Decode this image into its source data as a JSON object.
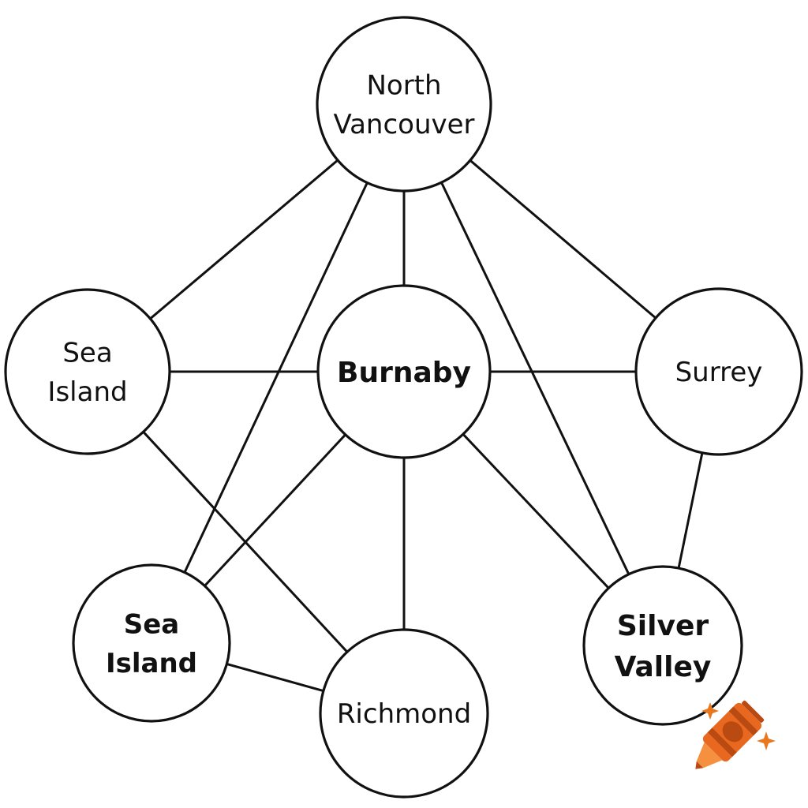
{
  "diagram": {
    "nodes": [
      {
        "id": "north-vancouver",
        "lines": [
          "North",
          "Vancouver"
        ],
        "weight": "normal"
      },
      {
        "id": "sea-island-left",
        "lines": [
          "Sea",
          "Island"
        ],
        "weight": "normal"
      },
      {
        "id": "burnaby",
        "lines": [
          "Burnaby"
        ],
        "weight": "bold"
      },
      {
        "id": "surrey",
        "lines": [
          "Surrey"
        ],
        "weight": "normal"
      },
      {
        "id": "sea-island-bottom",
        "lines": [
          "Sea",
          "Island"
        ],
        "weight": "bold"
      },
      {
        "id": "richmond",
        "lines": [
          "Richmond"
        ],
        "weight": "normal"
      },
      {
        "id": "silver-valley",
        "lines": [
          "Silver",
          "Valley"
        ],
        "weight": "bold"
      }
    ],
    "edges": [
      [
        "north-vancouver",
        "sea-island-left"
      ],
      [
        "north-vancouver",
        "burnaby"
      ],
      [
        "north-vancouver",
        "surrey"
      ],
      [
        "north-vancouver",
        "sea-island-bottom"
      ],
      [
        "north-vancouver",
        "silver-valley"
      ],
      [
        "sea-island-left",
        "burnaby"
      ],
      [
        "sea-island-left",
        "richmond"
      ],
      [
        "burnaby",
        "surrey"
      ],
      [
        "burnaby",
        "richmond"
      ],
      [
        "burnaby",
        "sea-island-bottom"
      ],
      [
        "burnaby",
        "silver-valley"
      ],
      [
        "surrey",
        "silver-valley"
      ],
      [
        "sea-island-bottom",
        "richmond"
      ]
    ]
  },
  "icons": {
    "corner": "crayon-icon",
    "sparkles": "sparkle-icon"
  },
  "colors": {
    "crayon_body": "#e8681f",
    "crayon_dark": "#b84a12",
    "crayon_light": "#f59040",
    "sparkle": "#e8781f"
  }
}
